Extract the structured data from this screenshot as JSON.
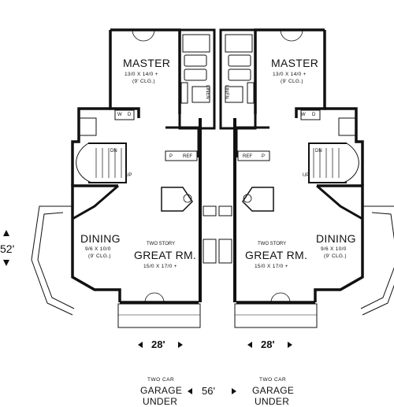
{
  "units": {
    "left": {
      "master": {
        "name": "MASTER",
        "dims": "13/0 X 14/0 +",
        "ceiling": "(9' CLG.)"
      },
      "dining": {
        "name": "DINING",
        "dims": "9/6 X 10/0",
        "ceiling": "(9' CLG.)"
      },
      "great_room": {
        "prefix": "TWO STORY",
        "name": "GREAT RM.",
        "dims": "15/0 X 17/0 +"
      },
      "width_dim": "28'"
    },
    "right": {
      "master": {
        "name": "MASTER",
        "dims": "13/0 X 14/0 +",
        "ceiling": "(9' CLG.)"
      },
      "dining": {
        "name": "DINING",
        "dims": "9/6 X 10/0",
        "ceiling": "(9' CLG.)"
      },
      "great_room": {
        "prefix": "TWO STORY",
        "name": "GREAT RM.",
        "dims": "15/0 X 17/0 +"
      },
      "width_dim": "28'"
    }
  },
  "small_labels": {
    "linen": "LINEN",
    "w": "W",
    "d": "D",
    "dn": "DN",
    "up": "UP",
    "p": "P",
    "ref": "REF"
  },
  "depth_dim": "52'",
  "garages": {
    "left": {
      "prefix": "TWO CAR",
      "line1": "GARAGE",
      "line2": "UNDER"
    },
    "right": {
      "prefix": "TWO CAR",
      "line1": "GARAGE",
      "line2": "UNDER"
    },
    "total_width": "56'"
  }
}
